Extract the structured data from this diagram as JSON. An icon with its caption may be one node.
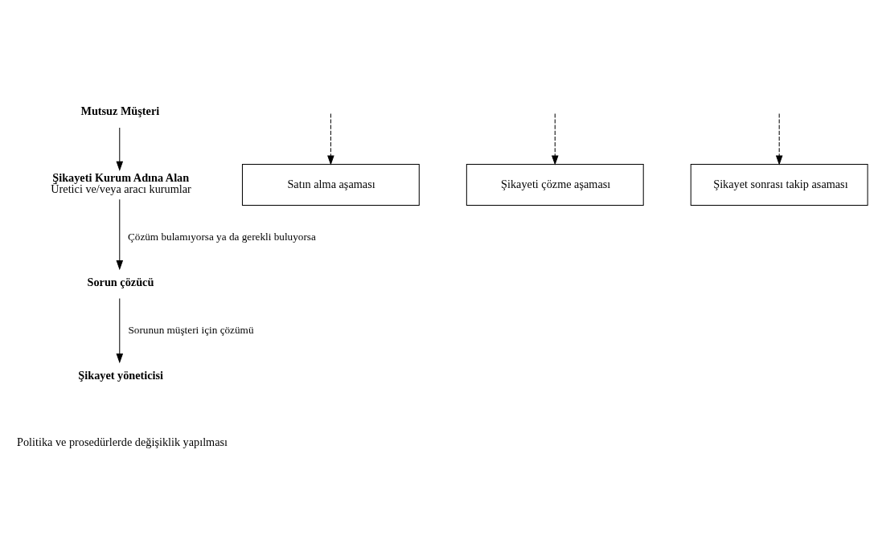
{
  "diagram": {
    "nodes": [
      {
        "text": [
          "Mutsuz Müşteri"
        ]
      },
      {
        "text": [
          "Şikayeti Kurum Adına Alan",
          "Üretici ve/veya aracı kurumlar"
        ]
      },
      {
        "text": [
          "Sorun çözücü"
        ]
      },
      {
        "text": [
          "Şikayet yöneticisi"
        ]
      },
      {
        "text": [
          "Satın alma aşaması"
        ]
      },
      {
        "text": [
          "Şikayeti çözme aşaması"
        ]
      },
      {
        "text": [
          "Şikayet sonrası takip asaması"
        ]
      }
    ],
    "edges": [
      {
        "from": 0,
        "to": 1,
        "arrow": "to"
      },
      {
        "from": 1,
        "to": 2,
        "arrow": "to",
        "label": "Çözüm bulamıyorsa ya da gerekli buluyorsa"
      },
      {
        "from": 2,
        "to": 3,
        "arrow": "to",
        "label": "Sorunun müşteri için çözümü"
      },
      {
        "from": null,
        "to": 4,
        "arrow": "to",
        "style": "dashed"
      },
      {
        "from": null,
        "to": 5,
        "arrow": "to",
        "style": "dashed"
      },
      {
        "from": null,
        "to": 6,
        "arrow": "to",
        "style": "dashed"
      }
    ],
    "labels": [
      "Politika ve prosedürlerde değişiklik yapılması"
    ]
  }
}
